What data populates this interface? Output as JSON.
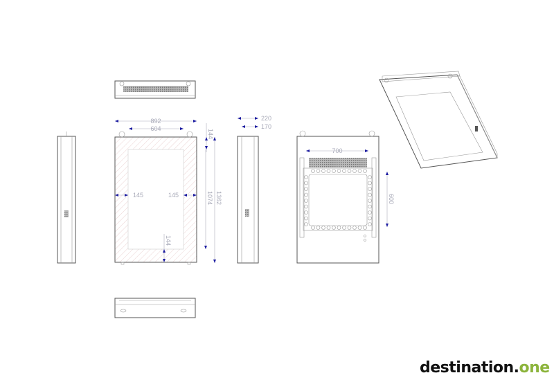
{
  "drawing": {
    "front_view": {
      "overall_width": "892",
      "screen_width": "604",
      "top_border": "144",
      "left_border": "145",
      "right_border": "145",
      "screen_height": "1074",
      "overall_height": "1362",
      "bottom_border": "144"
    },
    "side_view": {
      "overall_depth": "220",
      "inner_depth": "170"
    },
    "rear_view": {
      "vesa_width": "700",
      "vesa_height": "600"
    }
  },
  "brand": {
    "logo_main": "destination.",
    "logo_accent": "one",
    "accent_color": "#8cb43c"
  }
}
